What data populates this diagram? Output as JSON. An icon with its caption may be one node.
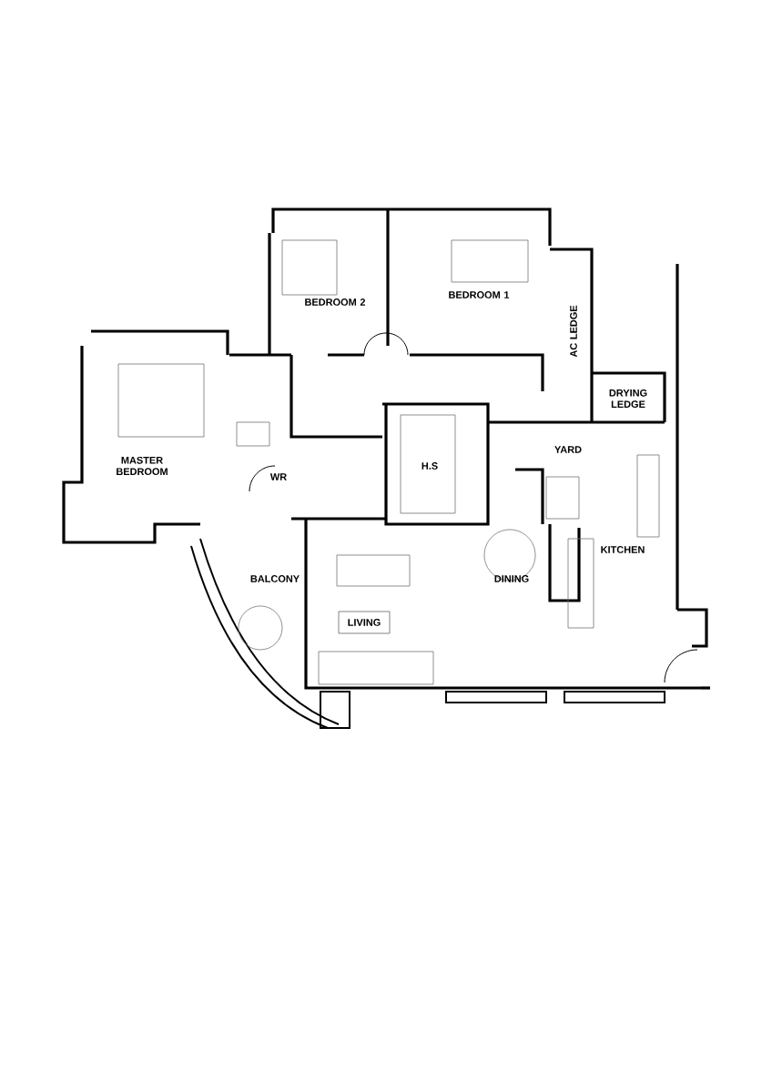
{
  "diagram": {
    "nodes": [
      {
        "text": [
          "H.S"
        ]
      },
      {
        "text": [
          "LIVING"
        ]
      }
    ],
    "labels": [
      "BEDROOM 2",
      "BEDROOM 1",
      "AC LEDGE",
      "DRYING LEDGE",
      "MASTER BEDROOM",
      "WR",
      "YARD",
      "KITCHEN",
      "BALCONY",
      "DINING"
    ]
  }
}
